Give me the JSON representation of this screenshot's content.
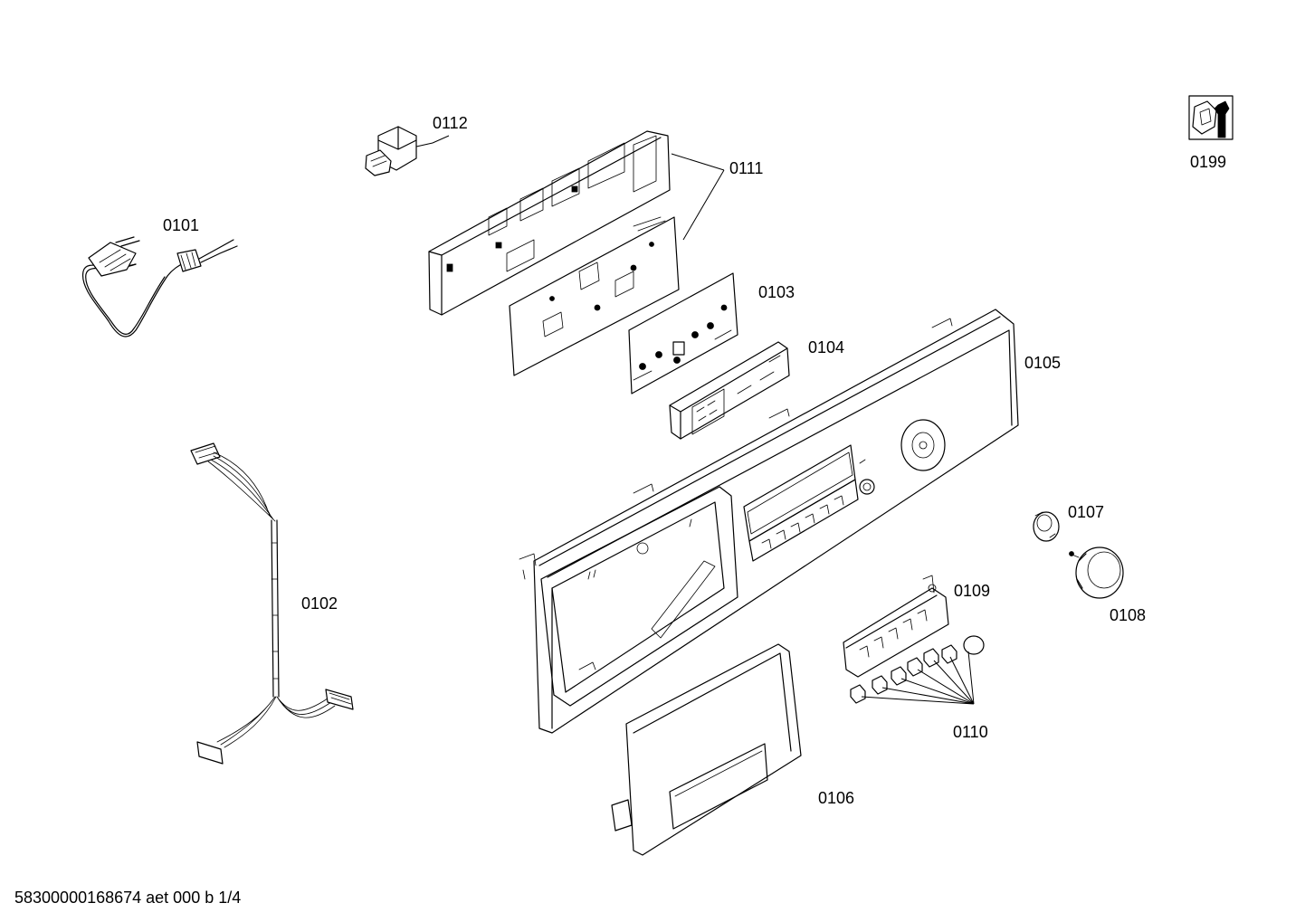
{
  "labels": {
    "p0101": "0101",
    "p0102": "0102",
    "p0103": "0103",
    "p0104": "0104",
    "p0105": "0105",
    "p0106": "0106",
    "p0107": "0107",
    "p0108": "0108",
    "p0109": "0109",
    "p0110": "0110",
    "p0111": "0111",
    "p0112": "0112",
    "p0199": "0199"
  },
  "footer": "58300000168674 aet 000 b 1/4",
  "icons": {
    "service": "wrench-nut-icon"
  }
}
